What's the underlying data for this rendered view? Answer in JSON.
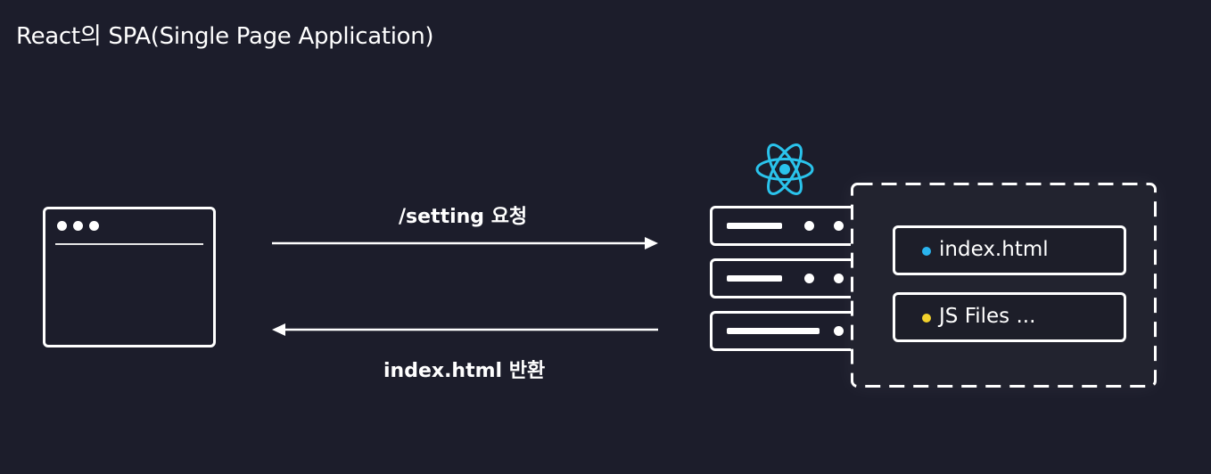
{
  "title": "React의 SPA(Single Page Application)",
  "request": {
    "label": "/setting 요청"
  },
  "response": {
    "label": "index.html 반환"
  },
  "server": {
    "files": [
      {
        "name": "index.html",
        "dot_color": "#2ab4ee"
      },
      {
        "name": "JS Files ...",
        "dot_color": "#f2d12c"
      }
    ]
  },
  "colors": {
    "background": "#1c1d2b",
    "foreground": "#ffffff",
    "react": "#2ac3ec"
  },
  "icons": {
    "browser": "browser-window-icon",
    "server": "server-rack-icon",
    "react": "react-logo-icon"
  }
}
